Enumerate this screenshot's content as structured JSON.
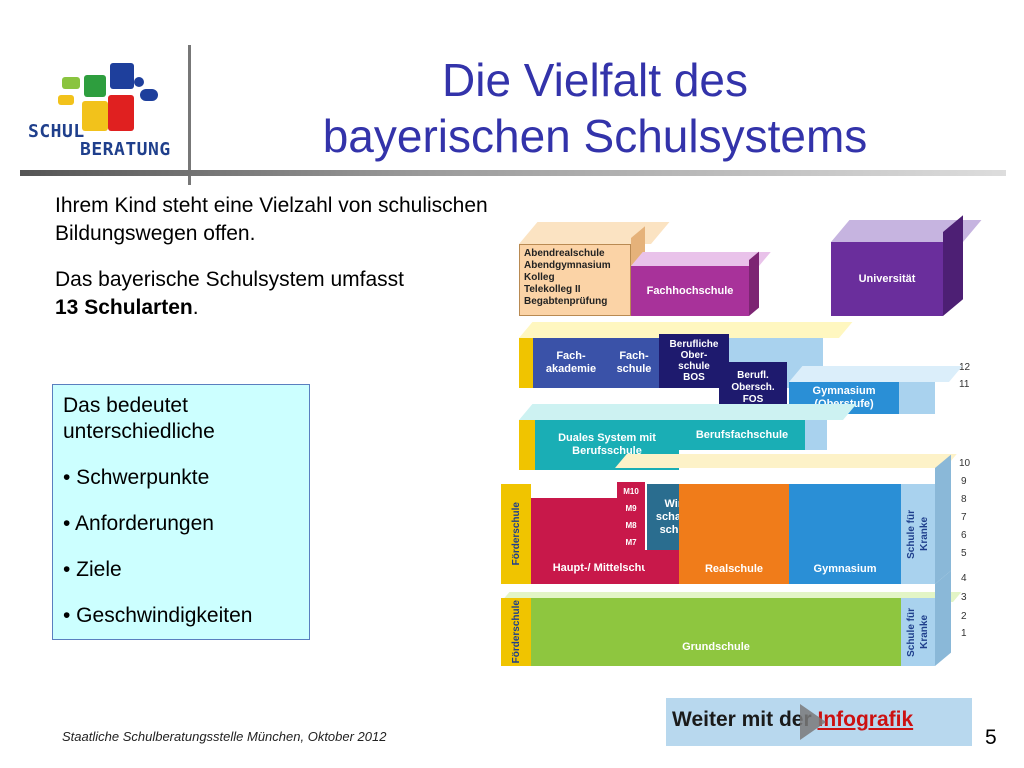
{
  "logo": {
    "line1": "SCHUL",
    "line2": "BERATUNG"
  },
  "title": {
    "line1": "Die Vielfalt des",
    "line2": "bayerischen Schulsystems"
  },
  "intro": {
    "p1": "Ihrem Kind steht eine Vielzahl von schulischen Bildungswegen offen.",
    "p2_text": "Das bayerische Schulsystem umfasst",
    "p2_bold": "13 Schularten",
    "p2_end": "."
  },
  "infobox": {
    "heading": "Das bedeutet unterschiedliche",
    "items": [
      "• Schwerpunkte",
      "• Anforderungen",
      "• Ziele",
      "• Geschwindigkeiten"
    ]
  },
  "diagram": {
    "abendreal": "Abendrealschule\nAbendgymnasium\nKolleg\nTelekolleg II\nBegabtenprüfung",
    "fachhochschule": "Fachhochschule",
    "universitaet": "Universität",
    "fachakademie": "Fach-\nakademie",
    "fachschule": "Fach-\nschule",
    "bos": "Berufliche\nOber-\nschule\nBOS",
    "fos": "Berufl.\nObersch.\nFOS",
    "gym_ober": "Gymnasium\n(Oberstufe)",
    "duales": "Duales System mit\nBerufsschule",
    "berufsfach": "Berufsfachschule",
    "foerder": "Förderschule",
    "m_levels": [
      "M10",
      "M9",
      "M8",
      "M7"
    ],
    "wirtschaft": "Wirt-\nschafts-\nschule",
    "haupt": "Haupt-/ Mittelschule",
    "realschule": "Realschule",
    "gymnasium": "Gymnasium",
    "kranke": "Schule für\nKranke",
    "grundschule": "Grundschule",
    "grades": [
      "12",
      "11",
      "10",
      "9",
      "8",
      "7",
      "6",
      "5",
      "4",
      "3",
      "2",
      "1"
    ]
  },
  "footer": {
    "source": "Staatliche Schulberatungsstelle München, Oktober 2012",
    "next_prefix": "Weiter mit der ",
    "next_link": "Infografik",
    "page": "5"
  }
}
